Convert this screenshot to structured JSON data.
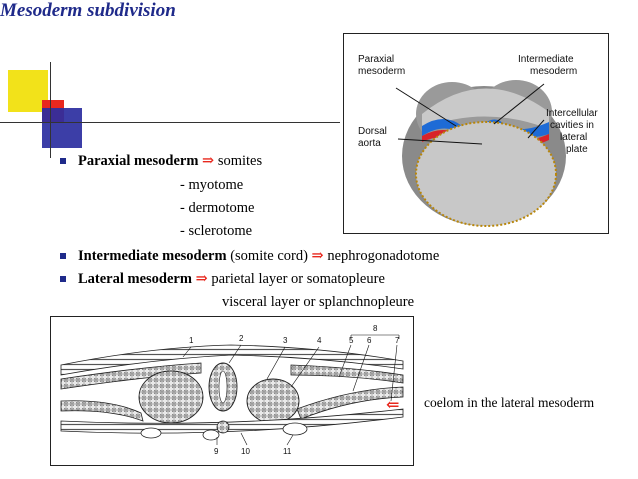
{
  "slide": {
    "title": "Mesoderm subdivision",
    "colors": {
      "title": "#1f2a8a",
      "arrow": "#e8281e",
      "deco_yellow": "#f2e21a",
      "deco_red": "#e8281e",
      "deco_blue": "#2b2ea0"
    },
    "bullets": [
      {
        "bold": "Paraxial mesoderm",
        "arrow": "⇒",
        "rest": "somites"
      },
      {
        "bold": "Intermediate mesoderm",
        "mid": "(somite cord)",
        "arrow": "⇒",
        "rest": "nephrogonadotome"
      },
      {
        "bold": "Lateral mesoderm",
        "arrow": "⇒",
        "rest": "parietal layer or somatopleure"
      }
    ],
    "somite_parts": [
      "- myotome",
      "- dermotome",
      "- sclerotome"
    ],
    "lateral_second": "visceral layer or splanchnopleure",
    "coelom_arrow": "⇐",
    "coelom_note": "coelom in the lateral mesoderm"
  },
  "figure_top": {
    "labels": {
      "paraxial": [
        "Paraxial",
        "mesoderm"
      ],
      "intermediate": [
        "Intermediate",
        "mesoderm"
      ],
      "dorsal": [
        "Dorsal",
        "aorta"
      ],
      "cavities": [
        "Intercellular",
        "cavities in",
        "lateral",
        "plate"
      ]
    }
  },
  "figure_bottom": {
    "numbers": [
      "1",
      "2",
      "3",
      "4",
      "5",
      "6",
      "7",
      "8",
      "9",
      "10",
      "11"
    ]
  }
}
